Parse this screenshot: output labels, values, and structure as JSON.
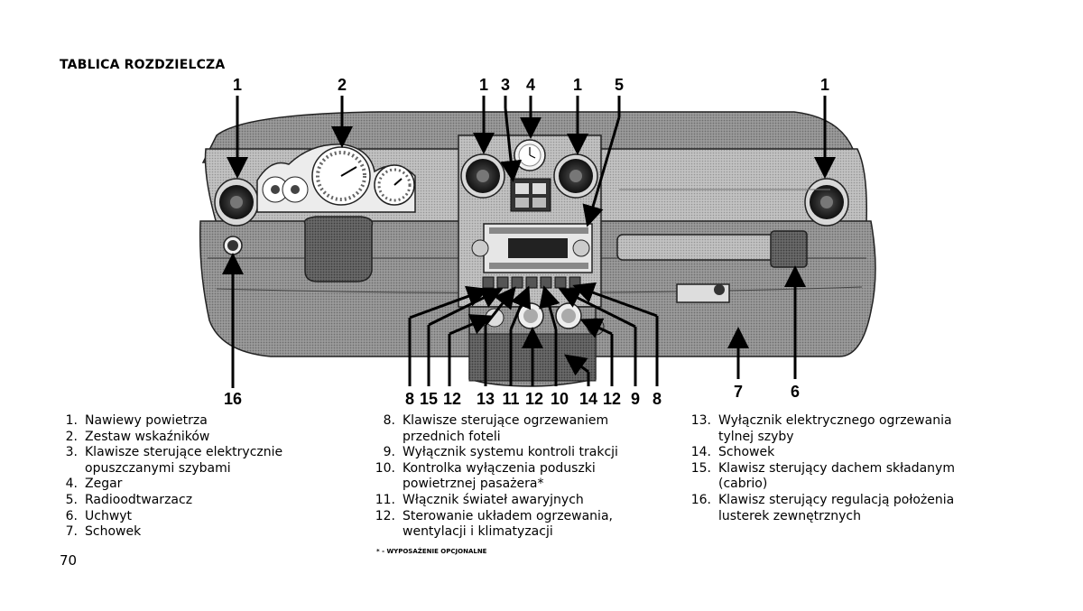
{
  "page_title": "TABLICA ROZDZIELCZA",
  "callouts_top": [
    "1",
    "2",
    "1",
    "3",
    "4",
    "1",
    "5",
    "1"
  ],
  "callouts_bottom": [
    "16",
    "8",
    "15",
    "12",
    "13",
    "11",
    "12",
    "10",
    "14",
    "12",
    "9",
    "8",
    "7",
    "6"
  ],
  "legend": {
    "col1": [
      {
        "num": "1.",
        "text": "Nawiewy powietrza"
      },
      {
        "num": "2.",
        "text": "Zestaw wskaźników"
      },
      {
        "num": "3.",
        "text": "Klawisze sterujące elektrycznie\nopuszczanymi szybami"
      },
      {
        "num": "4.",
        "text": "Zegar"
      },
      {
        "num": "5.",
        "text": "Radioodtwarzacz"
      },
      {
        "num": "6.",
        "text": "Uchwyt"
      },
      {
        "num": "7.",
        "text": "Schowek"
      }
    ],
    "col2": [
      {
        "num": "8.",
        "text": "Klawisze sterujące ogrzewaniem\nprzednich foteli"
      },
      {
        "num": "9.",
        "text": "Wyłącznik systemu kontroli trakcji"
      },
      {
        "num": "10.",
        "text": "Kontrolka wyłączenia poduszki\npowietrznej pasażera*"
      },
      {
        "num": "11.",
        "text": "Włącznik świateł awaryjnych"
      },
      {
        "num": "12.",
        "text": "Sterowanie układem ogrzewania,\nwentylacji i klimatyzacji"
      }
    ],
    "col3": [
      {
        "num": "13.",
        "text": "Wyłącznik elektrycznego ogrzewania\ntylnej szyby"
      },
      {
        "num": "14.",
        "text": "Schowek"
      },
      {
        "num": "15.",
        "text": "Klawisz sterujący dachem składanym\n(cabrio)"
      },
      {
        "num": "16.",
        "text": "Klawisz sterujący regulacją położenia\nlusterek zewnętrznych"
      }
    ]
  },
  "footnote": "* - WYPOSAŻENIE OPCJONALNE",
  "page_number": "70"
}
